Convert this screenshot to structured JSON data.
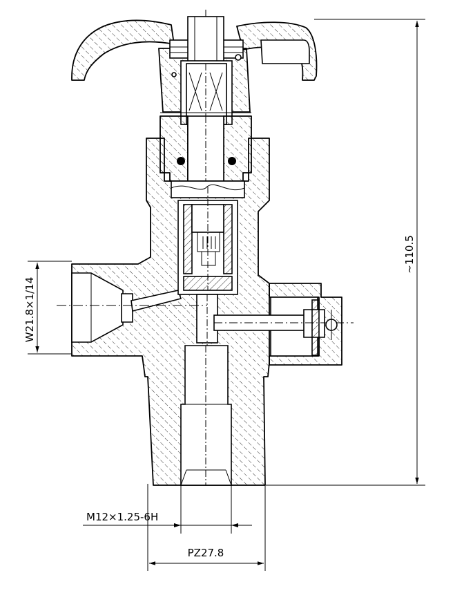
{
  "dimensions": {
    "inlet_thread": "W21.8×1/14",
    "outlet_thread": "M12×1.25-6H",
    "cylinder_taper_thread": "PZ27.8",
    "overall_height": "~110.5"
  }
}
